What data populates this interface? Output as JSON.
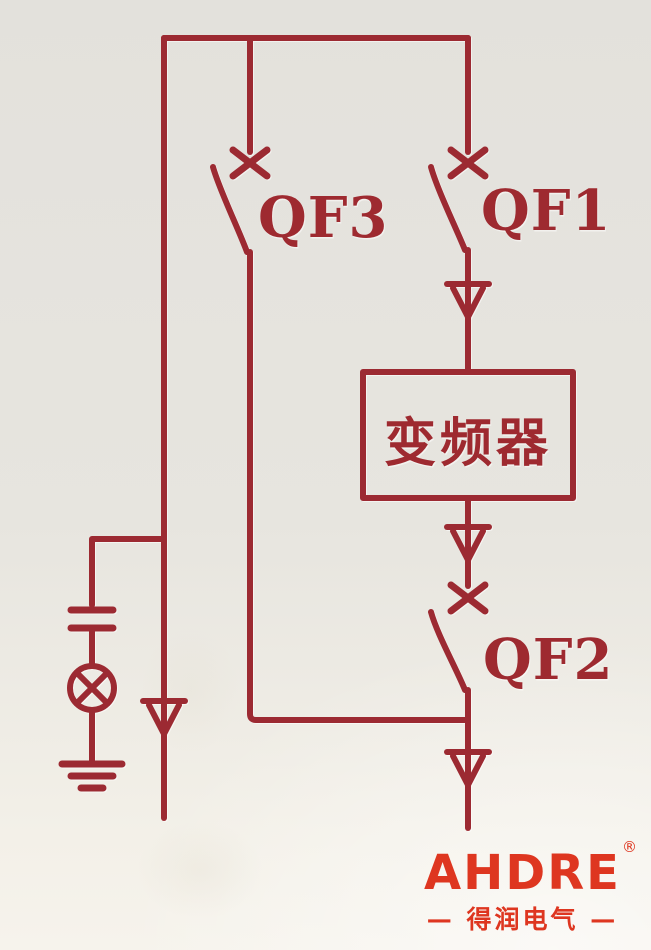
{
  "theme": {
    "line_color": "#9c2a32",
    "label_color": "#9e2a30",
    "logo_color": "#de3620",
    "background_top": "#e3e1dc",
    "background_mid": "#e7e5df",
    "background_bottom": "#f3f0e8"
  },
  "diagram": {
    "type": "electrical-single-line-diagram",
    "labels": {
      "breaker_left": "QF3",
      "breaker_top_right": "QF1",
      "breaker_bottom_right": "QF2",
      "converter_box": "变频器"
    },
    "symbols": [
      "busbar",
      "circuit-breaker-qf3",
      "circuit-breaker-qf1",
      "circuit-breaker-qf2",
      "plug-in-contact-arrows",
      "frequency-converter-box",
      "capacitor",
      "indicator-lamp",
      "earth-ground",
      "outgoing-feeder-arrows"
    ]
  },
  "logo": {
    "brand": "AHDRE",
    "registered_mark": "®",
    "tagline": "— 得润电气 —"
  }
}
